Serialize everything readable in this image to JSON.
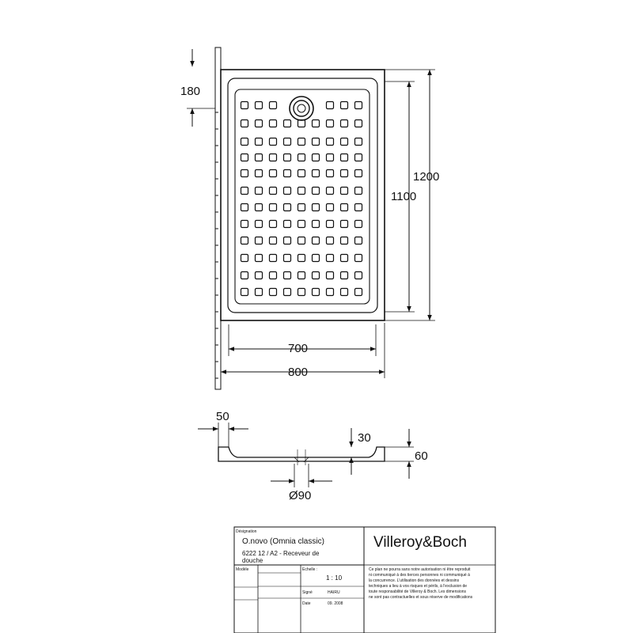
{
  "dimensions": {
    "top_offset": "180",
    "overall_length": "1200",
    "inner_length": "1100",
    "inner_width": "700",
    "overall_width": "800",
    "rim": "50",
    "depth": "30",
    "height": "60",
    "drain_diameter": "Ø90"
  },
  "title_block": {
    "label_designation": "Désignation",
    "product_name": "O.novo (Omnia classic)",
    "product_code": "6222 12 / A2 - Receveur de",
    "product_type": "douche",
    "brand": "Villeroy&Boch",
    "label_model": "Modèle",
    "label_scale": "Echelle :",
    "scale_value": "1 : 10",
    "label_signed": "Signé",
    "signed_value": "HAIRU",
    "label_date": "Date",
    "date_value": "09. 2008",
    "notice": [
      "Ce plan ne pourra sans notre autorisation ni être reproduit",
      "ni communiqué à des tierces personnes ni communiqué à",
      "la concurrence. L'utilisation des données et dessins",
      "techniques a lieu à vos risques et périls, à l'exclusion de",
      "toute responsabilité de Villeroy & Boch. Les dimensions",
      "ne sont pas contractuelles et sous réserve de modifications"
    ]
  }
}
